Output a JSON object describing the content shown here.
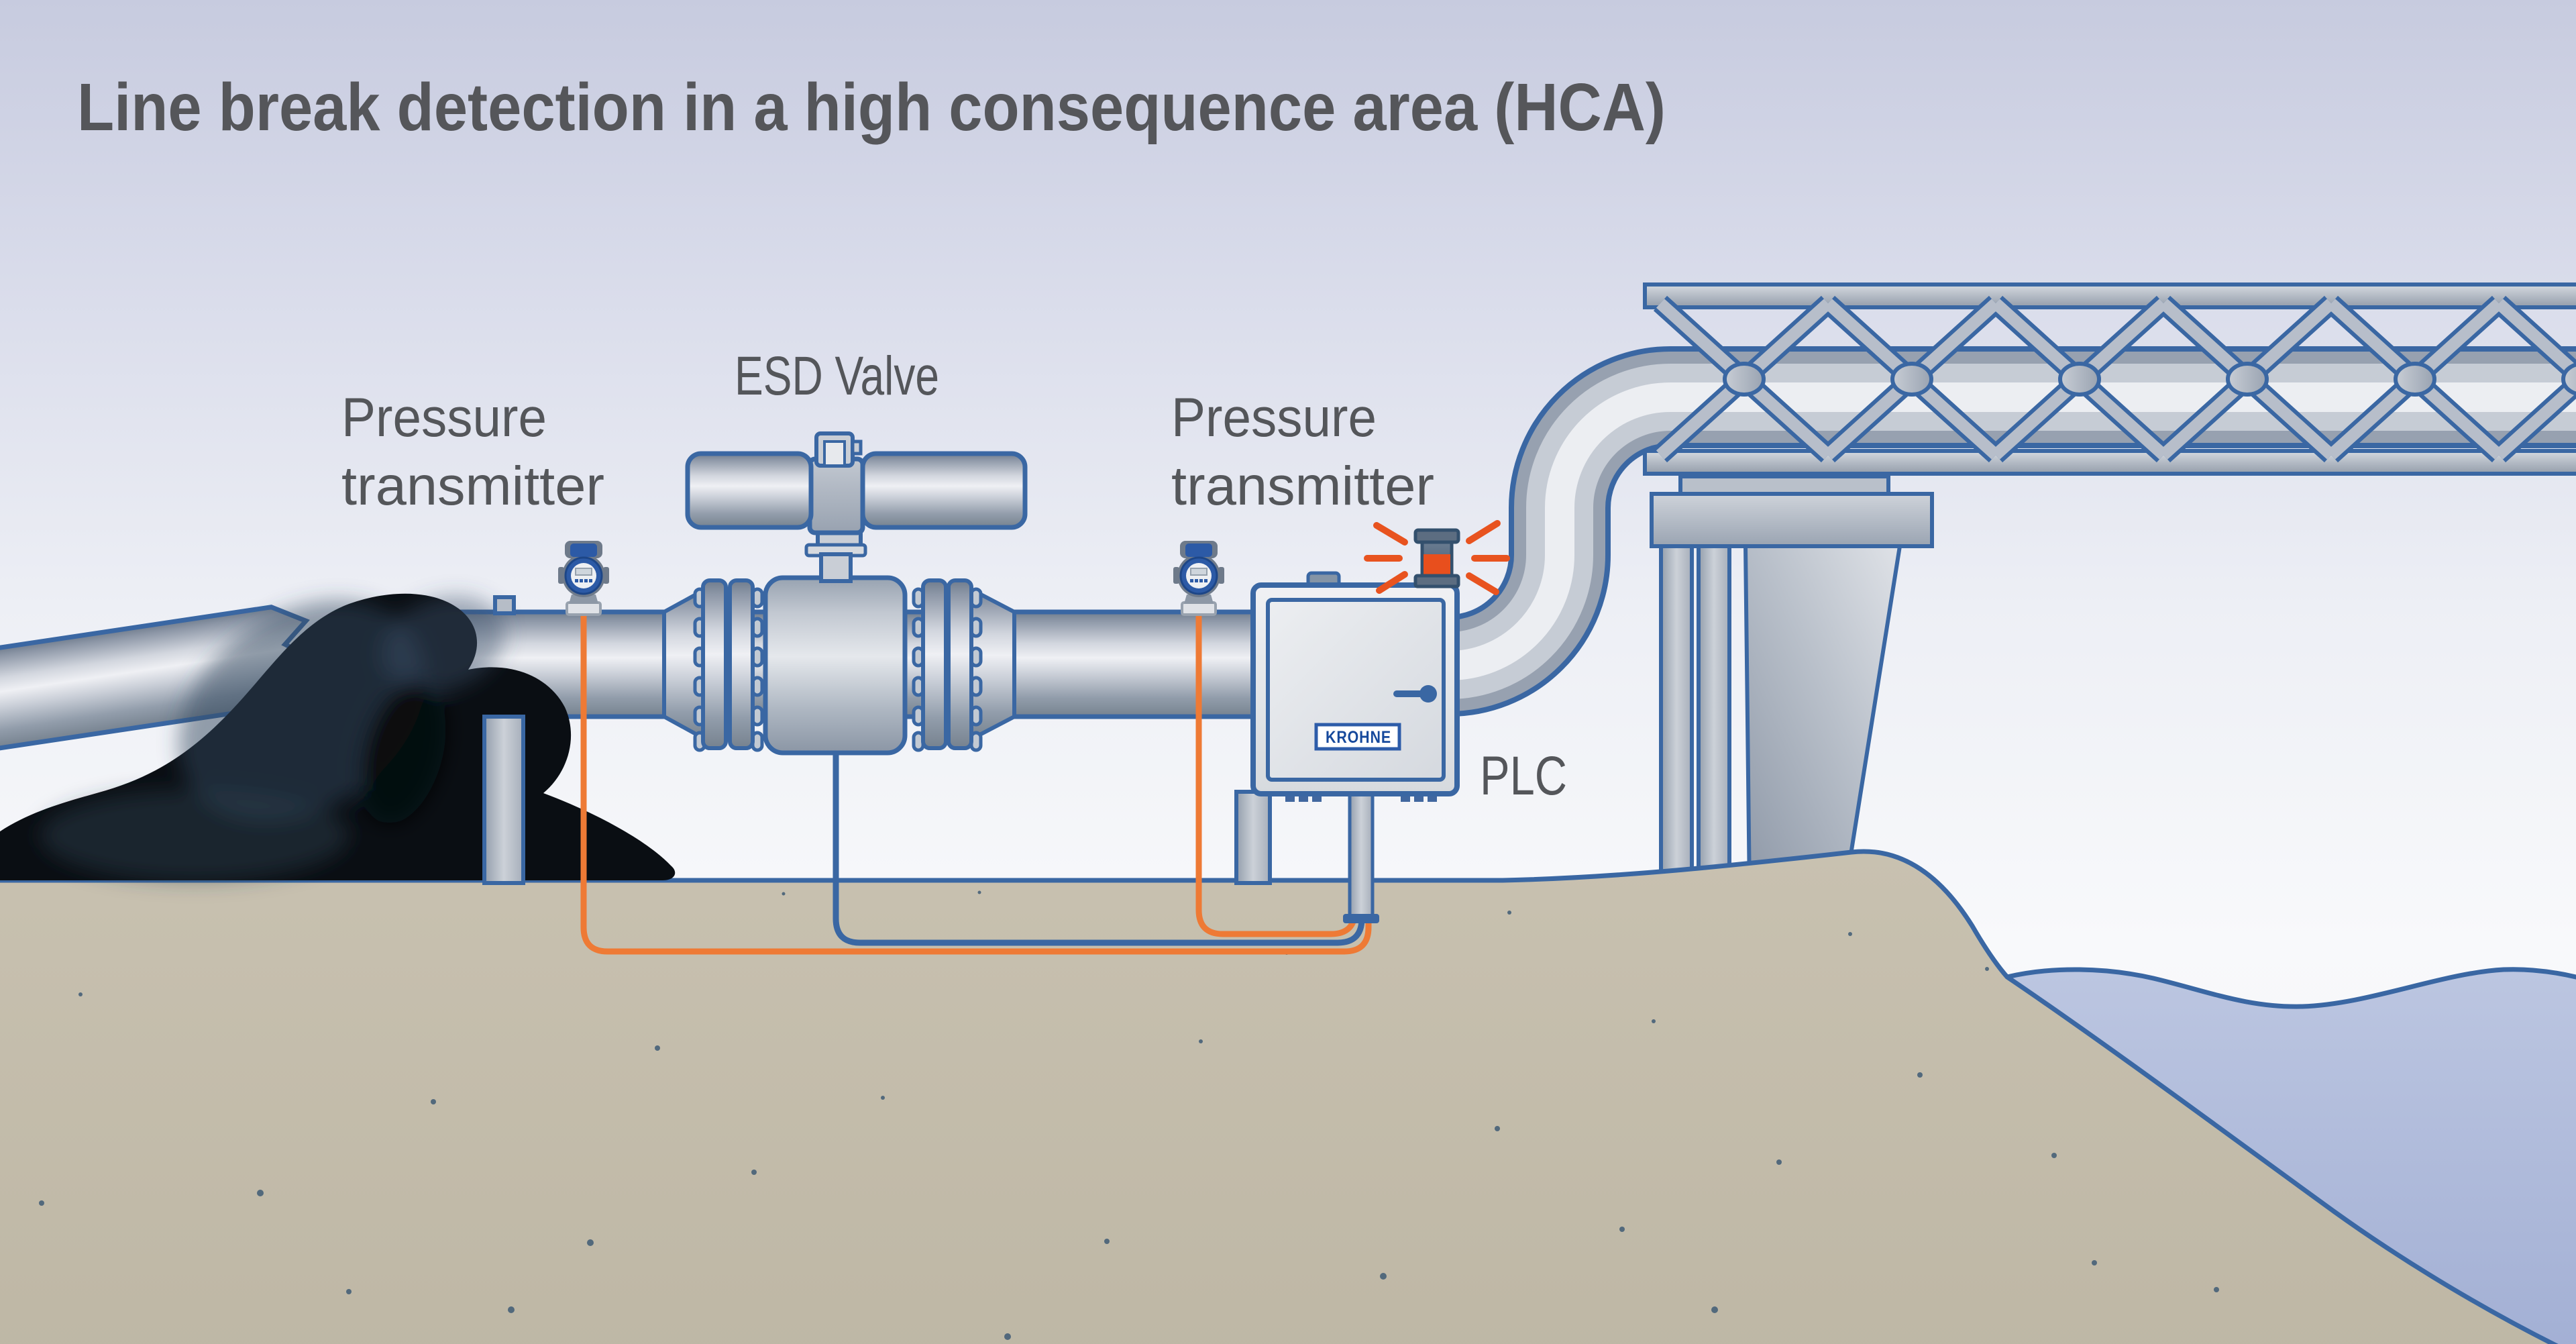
{
  "title": "Line break detection in a high consequence area (HCA)",
  "labels": {
    "transmitter1": {
      "line1": "Pressure",
      "line2": "transmitter"
    },
    "esd_valve": "ESD Valve",
    "transmitter2": {
      "line1": "Pressure",
      "line2": "transmitter"
    },
    "plc": "PLC"
  },
  "plc_box": {
    "brand": "KROHNE"
  },
  "colors": {
    "outline_blue": "#3a67a3",
    "signal_cable_orange": "#ee7a35",
    "alarm_orange": "#e84f1d",
    "label_gray": "#54565a",
    "brand_blue": "#16499c",
    "sand": "#c6bfae",
    "water": "#aab7d8",
    "oil_black": "#0a0e13",
    "steel_light": "#eff0f4",
    "steel_dark": "#76828f"
  }
}
